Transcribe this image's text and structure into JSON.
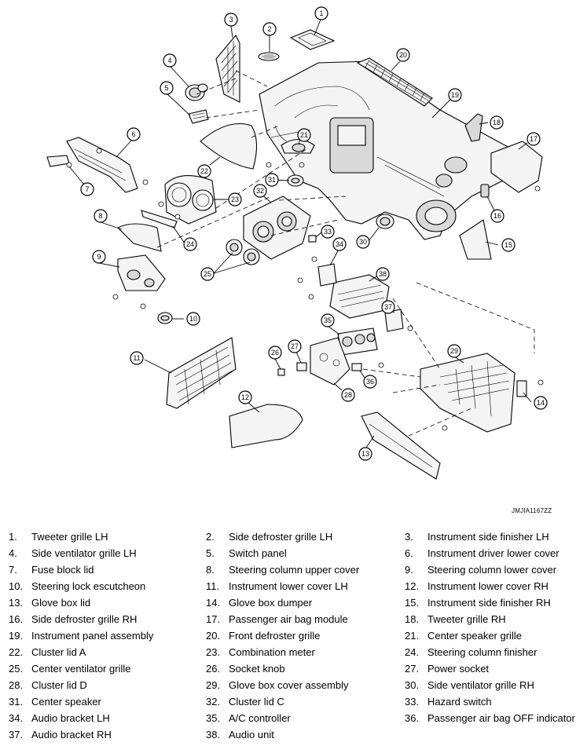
{
  "figure_code": "JMJIA1167ZZ",
  "callouts": [
    "1",
    "2",
    "3",
    "4",
    "5",
    "6",
    "7",
    "8",
    "9",
    "10",
    "11",
    "12",
    "13",
    "14",
    "15",
    "16",
    "17",
    "18",
    "19",
    "20",
    "21",
    "22",
    "23",
    "24",
    "25",
    "26",
    "27",
    "28",
    "29",
    "30",
    "31",
    "32",
    "33",
    "34",
    "35",
    "36",
    "37",
    "38"
  ],
  "legend": [
    {
      "num": "1.",
      "label": "Tweeter grille LH"
    },
    {
      "num": "2.",
      "label": "Side defroster grille LH"
    },
    {
      "num": "3.",
      "label": "Instrument side finisher LH"
    },
    {
      "num": "4.",
      "label": "Side ventilator grille LH"
    },
    {
      "num": "5.",
      "label": "Switch panel"
    },
    {
      "num": "6.",
      "label": "Instrument driver lower cover"
    },
    {
      "num": "7.",
      "label": "Fuse block lid"
    },
    {
      "num": "8.",
      "label": "Steering column upper cover"
    },
    {
      "num": "9.",
      "label": "Steering column lower cover"
    },
    {
      "num": "10.",
      "label": "Steering lock escutcheon"
    },
    {
      "num": "11.",
      "label": "Instrument lower cover LH"
    },
    {
      "num": "12.",
      "label": "Instrument lower cover RH"
    },
    {
      "num": "13.",
      "label": "Glove box lid"
    },
    {
      "num": "14.",
      "label": "Glove box dumper"
    },
    {
      "num": "15.",
      "label": "Instrument side finisher RH"
    },
    {
      "num": "16.",
      "label": "Side defroster grille RH"
    },
    {
      "num": "17.",
      "label": "Passenger air bag module"
    },
    {
      "num": "18.",
      "label": "Tweeter grille RH"
    },
    {
      "num": "19.",
      "label": "Instrument panel assembly"
    },
    {
      "num": "20.",
      "label": "Front defroster grille"
    },
    {
      "num": "21.",
      "label": "Center speaker grille"
    },
    {
      "num": "22.",
      "label": "Cluster lid A"
    },
    {
      "num": "23.",
      "label": "Combination meter"
    },
    {
      "num": "24.",
      "label": "Steering column finisher"
    },
    {
      "num": "25.",
      "label": "Center ventilator grille"
    },
    {
      "num": "26.",
      "label": "Socket knob"
    },
    {
      "num": "27.",
      "label": "Power socket"
    },
    {
      "num": "28.",
      "label": "Cluster lid D"
    },
    {
      "num": "29.",
      "label": "Glove box cover assembly"
    },
    {
      "num": "30.",
      "label": "Side ventilator grille RH"
    },
    {
      "num": "31.",
      "label": "Center speaker"
    },
    {
      "num": "32.",
      "label": "Cluster lid C"
    },
    {
      "num": "33.",
      "label": "Hazard switch"
    },
    {
      "num": "34.",
      "label": "Audio bracket LH"
    },
    {
      "num": "35.",
      "label": "A/C controller"
    },
    {
      "num": "36.",
      "label": "Passenger air bag OFF indicator"
    },
    {
      "num": "37.",
      "label": "Audio bracket RH"
    },
    {
      "num": "38.",
      "label": "Audio unit"
    }
  ]
}
